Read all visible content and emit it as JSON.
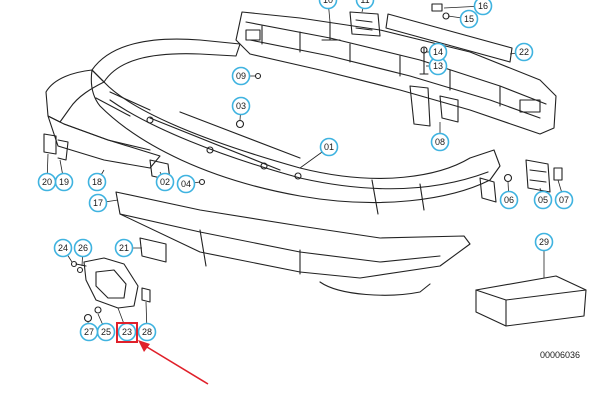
{
  "diagram": {
    "reference_number": "00006036",
    "callout_color": "#3fb3e0",
    "highlight_color": "#e0202a",
    "arrow_color": "#e0202a",
    "highlighted_callout": "23",
    "callouts": [
      "01",
      "02",
      "03",
      "04",
      "05",
      "06",
      "07",
      "08",
      "09",
      "10",
      "11",
      "13",
      "14",
      "15",
      "16",
      "17",
      "18",
      "19",
      "20",
      "21",
      "22",
      "23",
      "24",
      "25",
      "26",
      "27",
      "28",
      "29"
    ]
  }
}
